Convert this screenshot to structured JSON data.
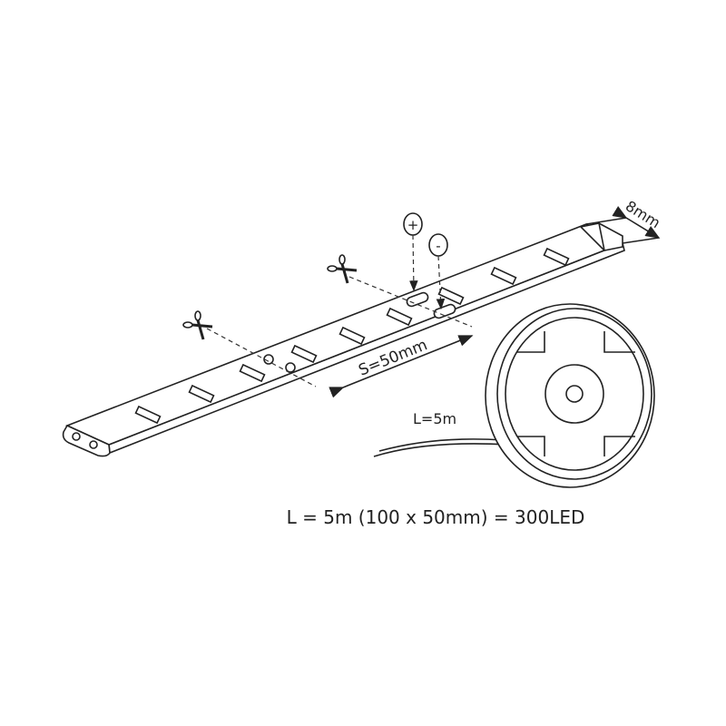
{
  "labels": {
    "width": "8mm",
    "spacing": "S=50mm",
    "length": "L=5m",
    "plus": "+",
    "minus": "-",
    "formula": "L = 5m (100 x 50mm) = 300LED"
  },
  "colors": {
    "line": "#222222",
    "background": "#ffffff"
  }
}
